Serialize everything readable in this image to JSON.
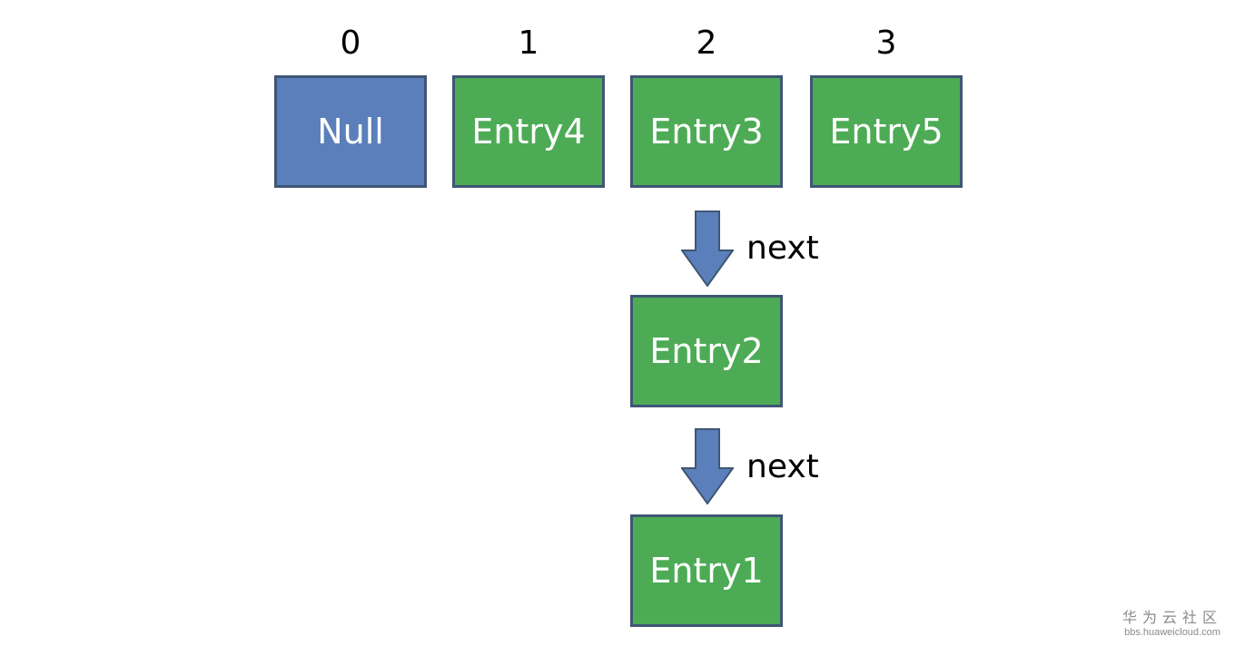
{
  "indices": [
    "0",
    "1",
    "2",
    "3"
  ],
  "buckets": [
    {
      "label": "Null",
      "kind": "null"
    },
    {
      "label": "Entry4",
      "kind": "entry"
    },
    {
      "label": "Entry3",
      "kind": "entry"
    },
    {
      "label": "Entry5",
      "kind": "entry"
    }
  ],
  "chain": {
    "next_label": "next",
    "entries": [
      "Entry2",
      "Entry1"
    ]
  },
  "colors": {
    "null_fill": "#5b7fba",
    "entry_fill": "#4dab56",
    "border": "#3f5675",
    "arrow_fill": "#5b7fba"
  },
  "watermark": {
    "title": "华为云社区",
    "url": "bbs.huaweicloud.com"
  }
}
